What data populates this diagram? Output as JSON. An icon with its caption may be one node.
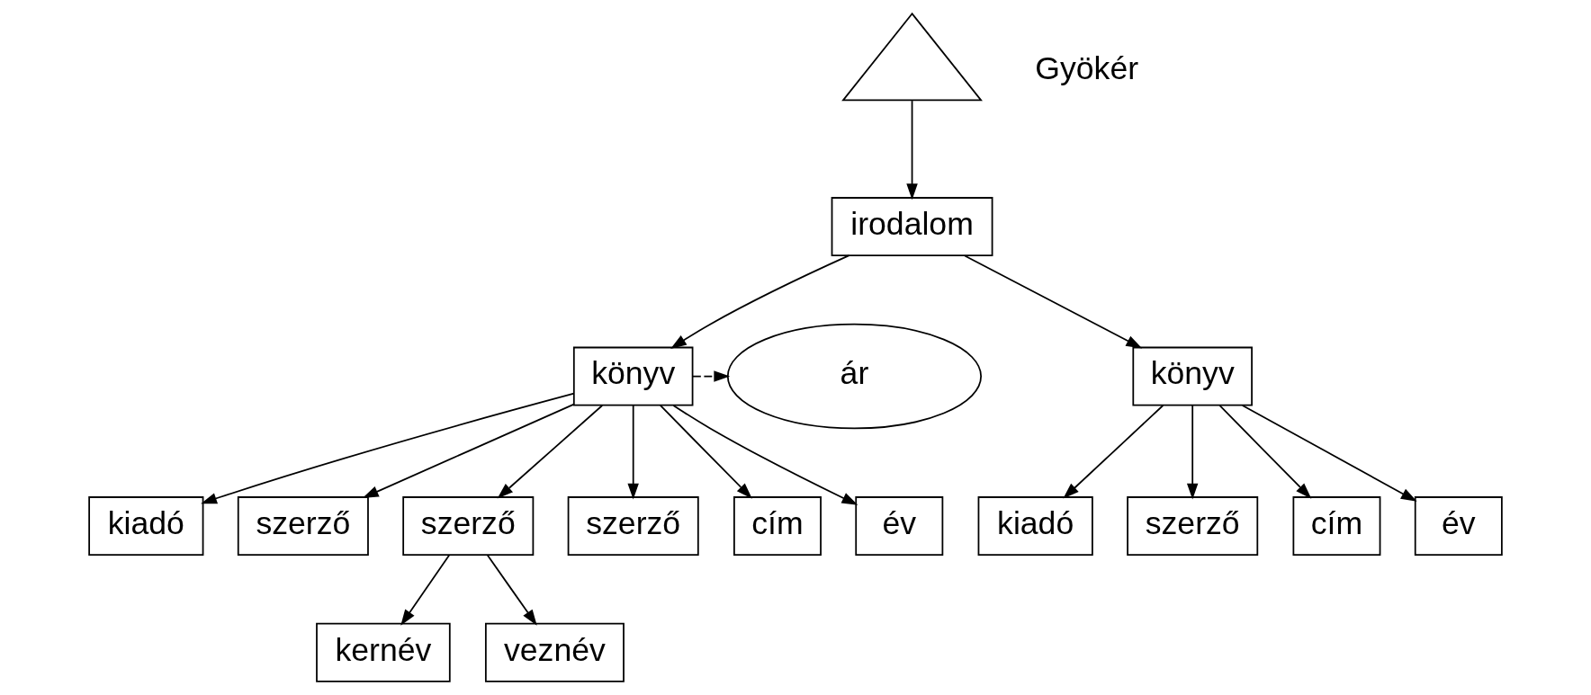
{
  "diagram": {
    "nodes": [
      {
        "text": [],
        "shape": "triangle"
      },
      {
        "text": [
          "irodalom"
        ]
      },
      {
        "text": [
          "könyv"
        ]
      },
      {
        "text": [
          "ár"
        ]
      },
      {
        "text": [
          "könyv"
        ]
      },
      {
        "text": [
          "kiadó"
        ]
      },
      {
        "text": [
          "szerző"
        ]
      },
      {
        "text": [
          "szerző"
        ]
      },
      {
        "text": [
          "szerző"
        ]
      },
      {
        "text": [
          "cím"
        ]
      },
      {
        "text": [
          "év"
        ]
      },
      {
        "text": [
          "kiadó"
        ]
      },
      {
        "text": [
          "szerző"
        ]
      },
      {
        "text": [
          "cím"
        ]
      },
      {
        "text": [
          "év"
        ]
      },
      {
        "text": [
          "kernév"
        ]
      },
      {
        "text": [
          "veznév"
        ]
      }
    ],
    "edges": [
      {
        "from": 0,
        "to": 1,
        "arrow": "to"
      },
      {
        "from": 1,
        "to": 2,
        "arrow": "to"
      },
      {
        "from": 1,
        "to": 4,
        "arrow": "to"
      },
      {
        "from": 2,
        "to": 3,
        "arrow": "to",
        "style": "dashed"
      },
      {
        "from": 2,
        "to": 5,
        "arrow": "to"
      },
      {
        "from": 2,
        "to": 6,
        "arrow": "to"
      },
      {
        "from": 2,
        "to": 7,
        "arrow": "to"
      },
      {
        "from": 2,
        "to": 8,
        "arrow": "to"
      },
      {
        "from": 2,
        "to": 9,
        "arrow": "to"
      },
      {
        "from": 2,
        "to": 10,
        "arrow": "to"
      },
      {
        "from": 4,
        "to": 11,
        "arrow": "to"
      },
      {
        "from": 4,
        "to": 12,
        "arrow": "to"
      },
      {
        "from": 4,
        "to": 13,
        "arrow": "to"
      },
      {
        "from": 4,
        "to": 14,
        "arrow": "to"
      },
      {
        "from": 7,
        "to": 15,
        "arrow": "to"
      },
      {
        "from": 7,
        "to": 16,
        "arrow": "to"
      }
    ],
    "labels": [
      "Gyökér"
    ]
  }
}
